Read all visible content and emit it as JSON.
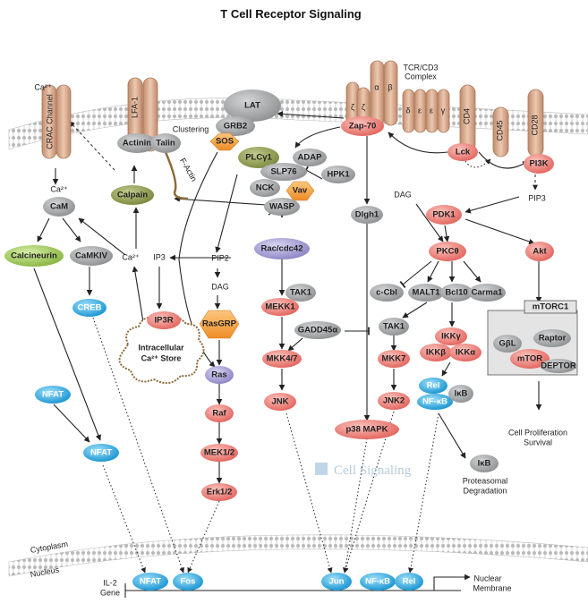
{
  "title": "T Cell Receptor Signaling",
  "labels": {
    "tcr_complex_1": "TCR/CD3",
    "tcr_complex_2": "Complex",
    "alpha": "α",
    "beta": "β",
    "zeta1": "ζ",
    "zeta2": "ζ",
    "delta": "δ",
    "eps1": "ε",
    "eps2": "ε",
    "gamma": "γ",
    "clustering": "Clustering",
    "factin": "F-Actin",
    "ca_top": "Ca²⁺",
    "ca_mid": "Ca²⁺",
    "ca_ip": "Ca²⁺",
    "ip3": "IP3",
    "pip2": "PIP2",
    "pip3": "PIP3",
    "dag_left": "DAG",
    "dag_right": "DAG",
    "store_1": "Intracellular",
    "store_2": "Ca²⁺ Store",
    "cell_prolif_1": "Cell Proliferation",
    "cell_prolif_2": "Survival",
    "proteasomal_1": "Proteasomal",
    "proteasomal_2": "Degradation",
    "cytoplasm": "Cytoplasm",
    "nucleus": "Nucleus",
    "il2_1": "IL-2",
    "il2_2": "Gene",
    "nuclear_1": "Nuclear",
    "nuclear_2": "Membrane",
    "mtorc1": "mTORC1",
    "watermark": "Cell Signaling"
  },
  "nodes": {
    "crac": "CRAC Channel",
    "lfa1": "LFA-1",
    "actinin": "Actinin",
    "talin": "Talin",
    "lat": "LAT",
    "grb2": "GRB2",
    "sos": "SOS",
    "plcg1": "PLCγ1",
    "adap": "ADAP",
    "slp76": "SLP76",
    "hpk1": "HPK1",
    "nck": "NCK",
    "vav": "Vav",
    "zap70": "Zap-70",
    "cd4": "CD4",
    "cd45": "CD45",
    "cd28": "CD28",
    "lck": "Lck",
    "pi3k": "PI3K",
    "cam": "CaM",
    "calpain": "Calpain",
    "calcineurin": "Calcineurin",
    "camkiv": "CaMKIV",
    "creb": "CREB",
    "ip3r": "IP3R",
    "wasp": "WASP",
    "rac": "Rac/cdc42",
    "dlgh1": "Dlgh1",
    "pdk1": "PDK1",
    "pkct": "PKCθ",
    "akt": "Akt",
    "ccbl": "c-Cbl",
    "malt1": "MALT1",
    "bcl10": "Bcl10",
    "carma1": "Carma1",
    "rasgrp": "RasGRP",
    "tak1a": "TAK1",
    "mekk1": "MEKK1",
    "gadd45": "GADD45α",
    "mkk47": "MKK4/7",
    "jnk": "JNK",
    "tak1b": "TAK1",
    "mkk7": "MKK7",
    "jnk2": "JNK2",
    "ikkg": "IKKγ",
    "ikkb": "IKKβ",
    "ikka": "IKKα",
    "gbl": "GβL",
    "raptor": "Raptor",
    "mtor": "mTOR",
    "deptor": "DEPTOR",
    "ras": "Ras",
    "raf": "Raf",
    "mek12": "MEK1/2",
    "erk12": "Erk1/2",
    "p38": "p38 MAPK",
    "rel": "Rel",
    "nfkb": "NF-κB",
    "ikb_top": "IκB",
    "ikb_bottom": "IκB",
    "nfat_1": "NFAT",
    "nfat_2": "NFAT",
    "nfat_n": "NFAT",
    "fos_n": "Fos",
    "jun_n": "Jun",
    "nfkb_n": "NF-κB",
    "rel_n": "Rel"
  },
  "colors": {
    "gray": "#9d9fa1",
    "salmon": "#ee7e75",
    "tan": "#d7a98c",
    "lavender": "#a29bd2",
    "blue": "#2aa6de",
    "green": "#a4c858",
    "olive": "#8c9a4a",
    "orange": "#f5a24c",
    "membrane": "#cfcfcf"
  }
}
